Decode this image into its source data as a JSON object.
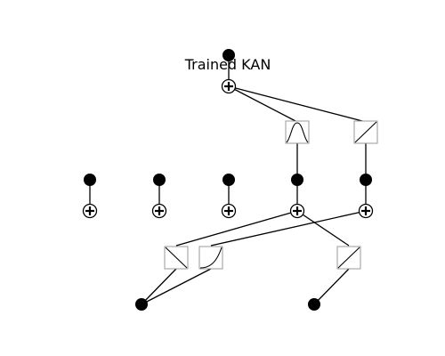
{
  "diagram": {
    "title": "Trained KAN",
    "colors": {
      "line": "#000000",
      "node": "#000000",
      "box_border": "#9a9a9a",
      "background": "#ffffff"
    },
    "layers": {
      "input_nodes": 2,
      "hidden_nodes": 5,
      "output_nodes": 1
    },
    "activations": {
      "input_to_hidden": [
        {
          "from_input": 1,
          "to_hidden": 4,
          "shape": "linear-decreasing"
        },
        {
          "from_input": 1,
          "to_hidden": 5,
          "shape": "convex-increasing"
        },
        {
          "from_input": 2,
          "to_hidden": 4,
          "shape": "linear-increasing"
        }
      ],
      "hidden_to_output": [
        {
          "from_hidden": 4,
          "to_output": 1,
          "shape": "bump"
        },
        {
          "from_hidden": 5,
          "to_output": 1,
          "shape": "linear-increasing"
        }
      ]
    }
  }
}
